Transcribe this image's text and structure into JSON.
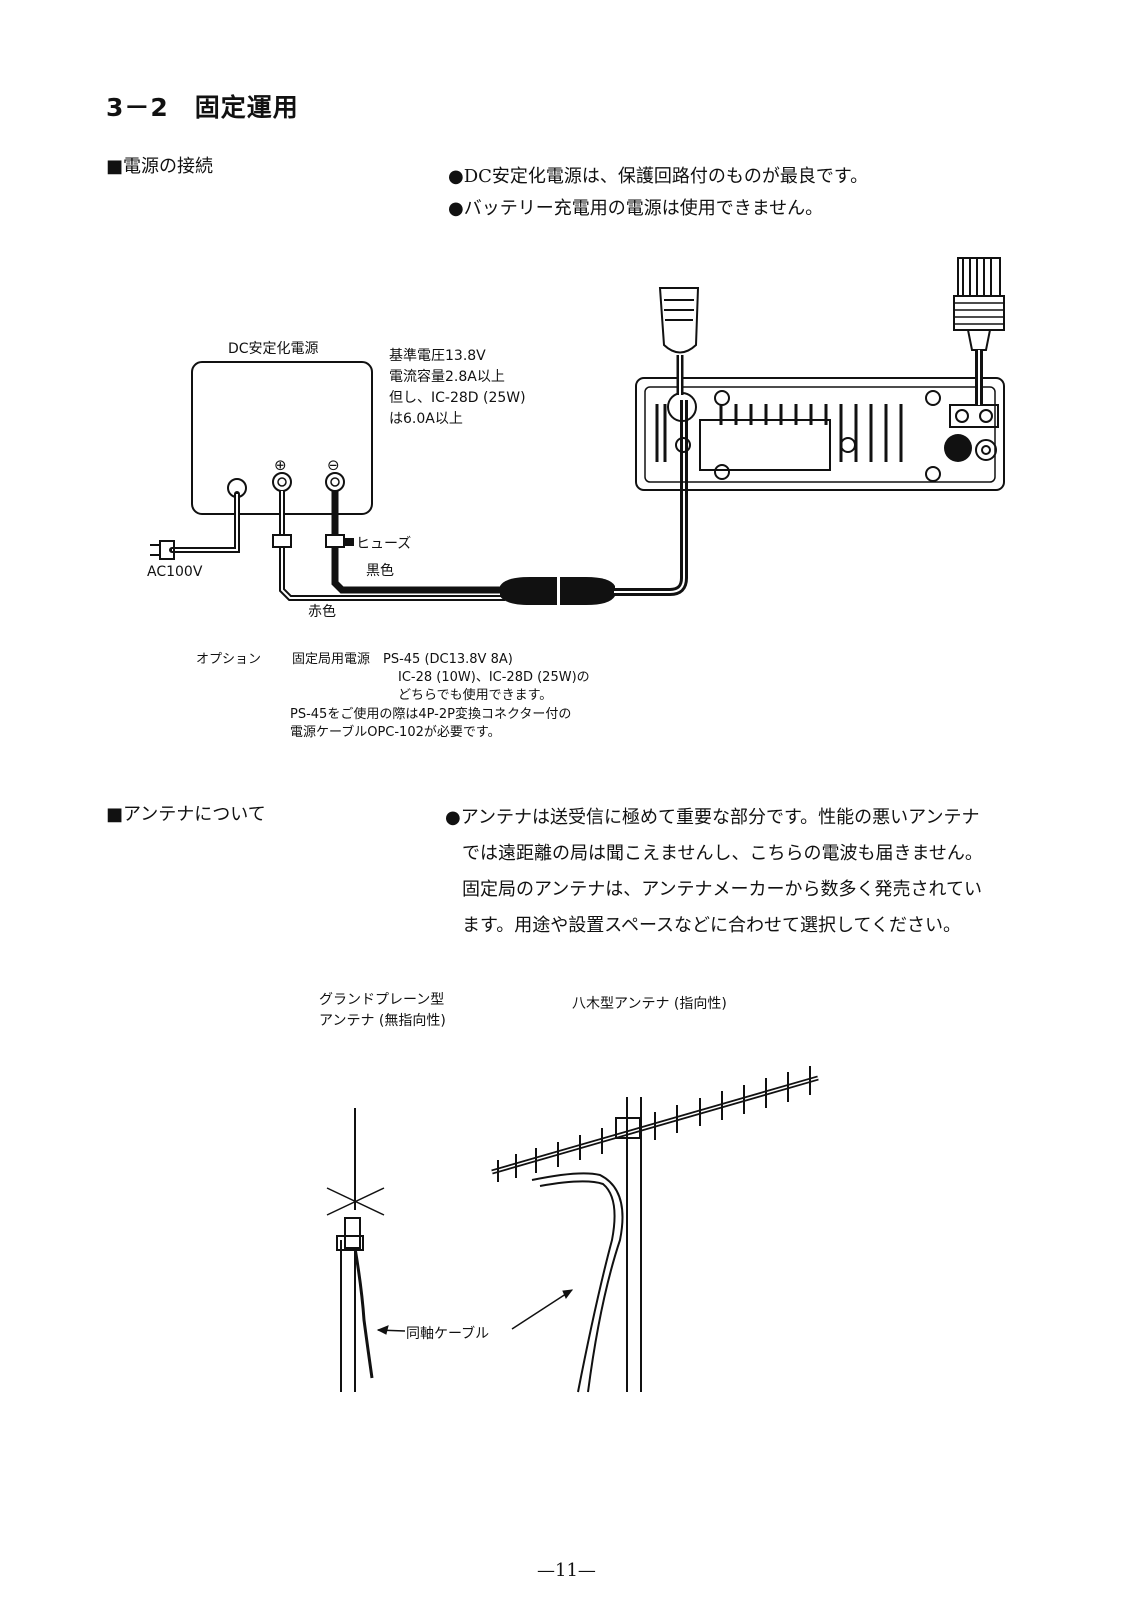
{
  "heading": "3－2　固定運用",
  "power_section": {
    "label": "■電源の接続",
    "notes": [
      "●DC安定化電源は、保護回路付のものが最良です。",
      "●バッテリー充電用の電源は使用できません。"
    ]
  },
  "power_diagram": {
    "psu_label": "DC安定化電源",
    "spec_lines": [
      "基準電圧13.8V",
      "電流容量2.8A以上",
      "但し、IC-28D (25W)",
      "は6.0A以上"
    ],
    "plus_symbol": "⊕",
    "minus_symbol": "⊖",
    "fuse_label": "ヒューズ",
    "black_label": "黒色",
    "red_label": "赤色",
    "ac_label": "AC100V"
  },
  "option_note": {
    "label": "オプション",
    "line1": "固定局用電源　PS-45 (DC13.8V 8A)",
    "line2": "IC-28 (10W)、IC-28D (25W)の",
    "line3": "どちらでも使用できます。",
    "line4": "PS-45をご使用の際は4P-2P変換コネクター付の",
    "line5": "電源ケーブルOPC-102が必要です。"
  },
  "antenna_section": {
    "label": "■アンテナについて",
    "paragraph": [
      "●アンテナは送受信に極めて重要な部分です。性能の悪いアンテナ",
      "では遠距離の局は聞こえませんし、こちらの電波も届きません。",
      "固定局のアンテナは、アンテナメーカーから数多く発売されてい",
      "ます。用途や設置スペースなどに合わせて選択してください。"
    ]
  },
  "antenna_diagram": {
    "gp_label_1": "グランドプレーン型",
    "gp_label_2": "アンテナ (無指向性)",
    "yagi_label": "八木型アンテナ (指向性)",
    "coax_label": "同軸ケーブル"
  },
  "page_number": "—11—"
}
